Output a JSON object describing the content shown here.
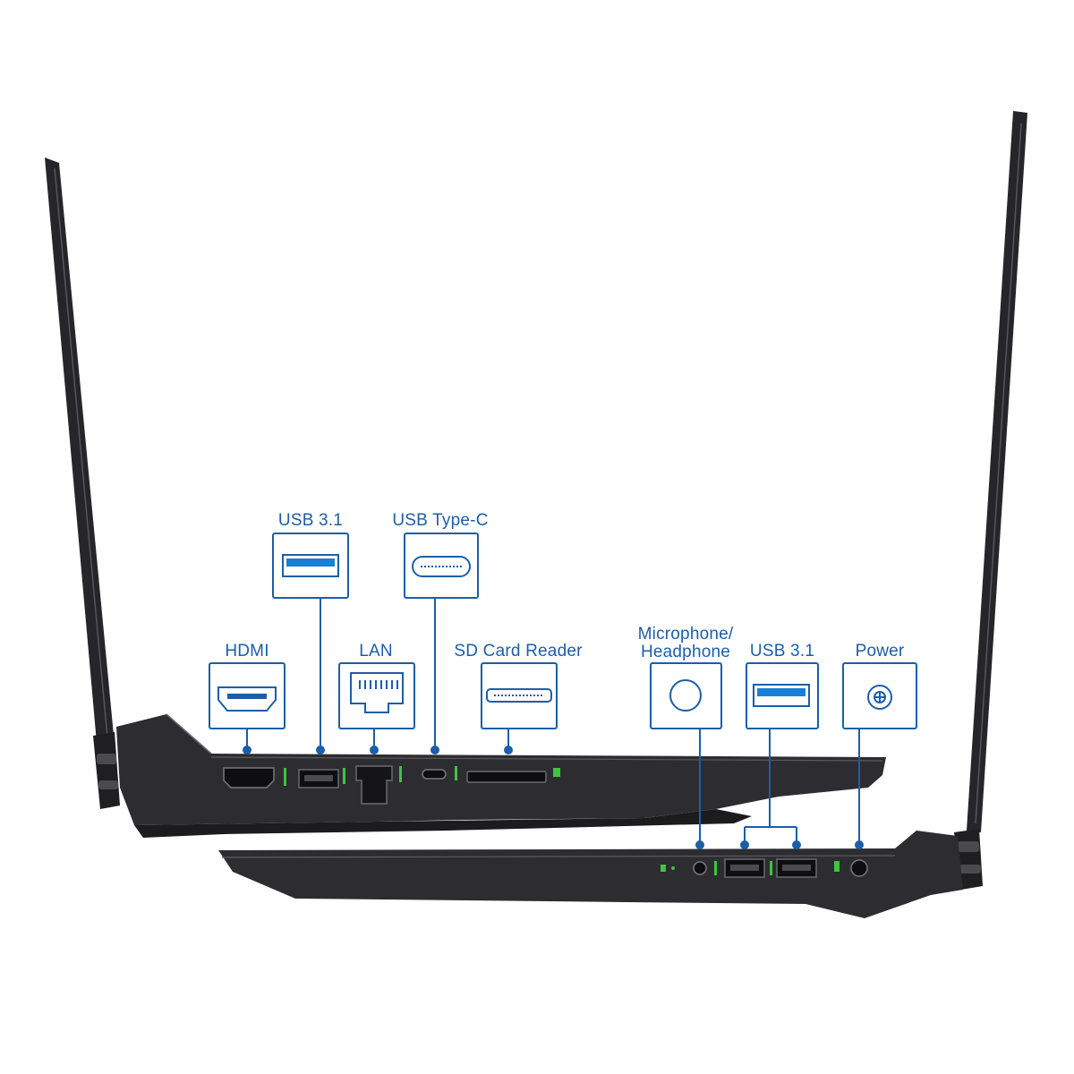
{
  "colors": {
    "accent": "#1c5ea8",
    "port_blue": "#1a7fd6",
    "chassis": "#2b2b2e",
    "status_green": "#3ec43e"
  },
  "ports": {
    "hdmi": {
      "label": "HDMI",
      "icon": "hdmi-port-icon"
    },
    "usb_left": {
      "label": "USB 3.1",
      "icon": "usb-a-port-icon"
    },
    "lan": {
      "label": "LAN",
      "icon": "ethernet-port-icon"
    },
    "usb_c": {
      "label": "USB Type-C",
      "icon": "usb-c-port-icon"
    },
    "sd": {
      "label": "SD Card Reader",
      "icon": "sd-card-slot-icon"
    },
    "audio": {
      "label_line1": "Microphone/",
      "label_line2": "Headphone",
      "icon": "audio-jack-icon"
    },
    "usb_right": {
      "label": "USB 3.1",
      "icon": "usb-a-port-icon"
    },
    "power": {
      "label": "Power",
      "icon": "power-jack-icon"
    }
  }
}
